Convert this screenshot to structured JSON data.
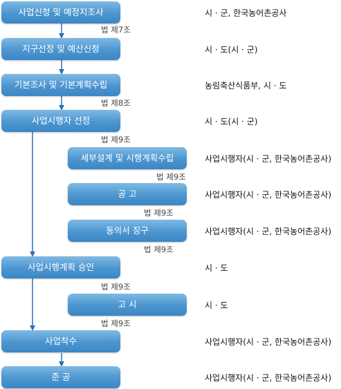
{
  "steps": [
    {
      "label": "사업신청 및 예정지조사",
      "agency": "시 · 군, 한국농어촌공사"
    },
    {
      "label": "지구선정 및 예산신청",
      "agency": "시 · 도(시 · 군)"
    },
    {
      "label": "기본조사 및 기본계획수립",
      "agency": "농림축산식품부, 시 · 도"
    },
    {
      "label": "사업시행자 선정",
      "agency": "시 · 도(시 · 군)"
    },
    {
      "label": "세부설계 및 시행계획수립",
      "agency": "사업시행자(시 · 군, 한국농어촌공사)"
    },
    {
      "label": "공 고",
      "agency": "사업시행자(시 · 군, 한국농어촌공사)"
    },
    {
      "label": "동의서 징구",
      "agency": "사업시행자(시 · 군, 한국농어촌공사)"
    },
    {
      "label": "사업시행계획 승인",
      "agency": "시 · 도"
    },
    {
      "label": "고 시",
      "agency": "시 · 도"
    },
    {
      "label": "사업착수",
      "agency": "사업시행자(시 · 군, 한국농어촌공사)"
    },
    {
      "label": "준 공",
      "agency": "사업시행자(시 · 군, 한국농어촌공사)"
    }
  ],
  "laws": [
    "법 제7조",
    "법 제8조",
    "법 제9조",
    "법 제9조",
    "법 제9조",
    "법 제9조",
    "법 제9조",
    "법 제9조"
  ],
  "colors": {
    "box_top": "#7fb9e3",
    "box_bottom": "#3c86c4",
    "arrow": "#2f6fb5"
  }
}
